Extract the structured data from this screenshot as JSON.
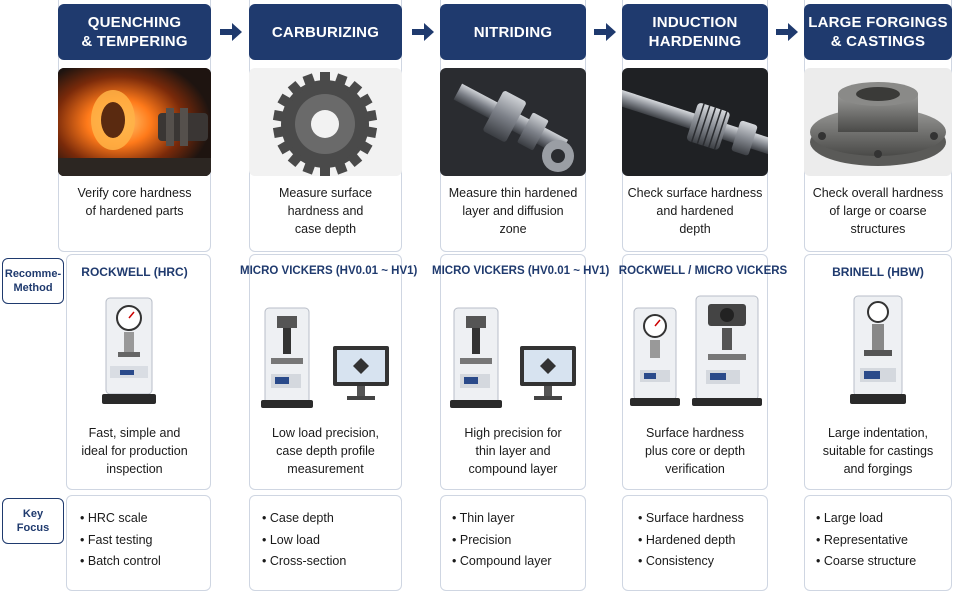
{
  "columns": [
    {
      "title": "QUENCHING\n& TEMPERING",
      "purpose": "Verify core hardness\nof hardened parts",
      "method": "ROCKWELL (HRC)",
      "description": "Fast, simple and\nideal for production\ninspection",
      "focus": [
        "HRC scale",
        "Fast testing",
        "Batch control"
      ]
    },
    {
      "title": "CARBURIZING",
      "purpose": "Measure surface\nhardness and\ncase depth",
      "method": "MICRO VICKERS (HV0.01 ~ HV1)",
      "description": "Low load precision,\ncase depth profile\nmeasurement",
      "focus": [
        "Case depth",
        "Low load",
        "Cross-section"
      ]
    },
    {
      "title": "NITRIDING",
      "purpose": "Measure thin hardened\nlayer and diffusion\nzone",
      "method": "MICRO VICKERS (HV0.01 ~ HV1)",
      "description": "High precision for\nthin layer and\ncompound layer",
      "focus": [
        "Thin layer",
        "Precision",
        "Compound layer"
      ]
    },
    {
      "title": "INDUCTION\nHARDENING",
      "purpose": "Check surface hardness\nand hardened\ndepth",
      "method": "ROCKWELL / MICRO VICKERS",
      "description": "Surface hardness\nplus core or depth\nverification",
      "focus": [
        "Surface hardness",
        "Hardened depth",
        "Consistency"
      ]
    },
    {
      "title": "LARGE FORGINGS\n& CASTINGS",
      "purpose": "Check overall hardness\nof large or coarse\nstructures",
      "method": "BRINELL (HBW)",
      "description": "Large indentation,\nsuitable for castings\nand forgings",
      "focus": [
        "Large load",
        "Representative",
        "Coarse structure"
      ]
    }
  ],
  "side_labels": {
    "method": "Recomme-\nMethod",
    "focus": "Key\nFocus"
  },
  "colors": {
    "header": "#1f3a6e",
    "border": "#cfd6e2",
    "method_text": "#1f3a6e"
  },
  "icons": [
    "arrow-right-icon"
  ]
}
